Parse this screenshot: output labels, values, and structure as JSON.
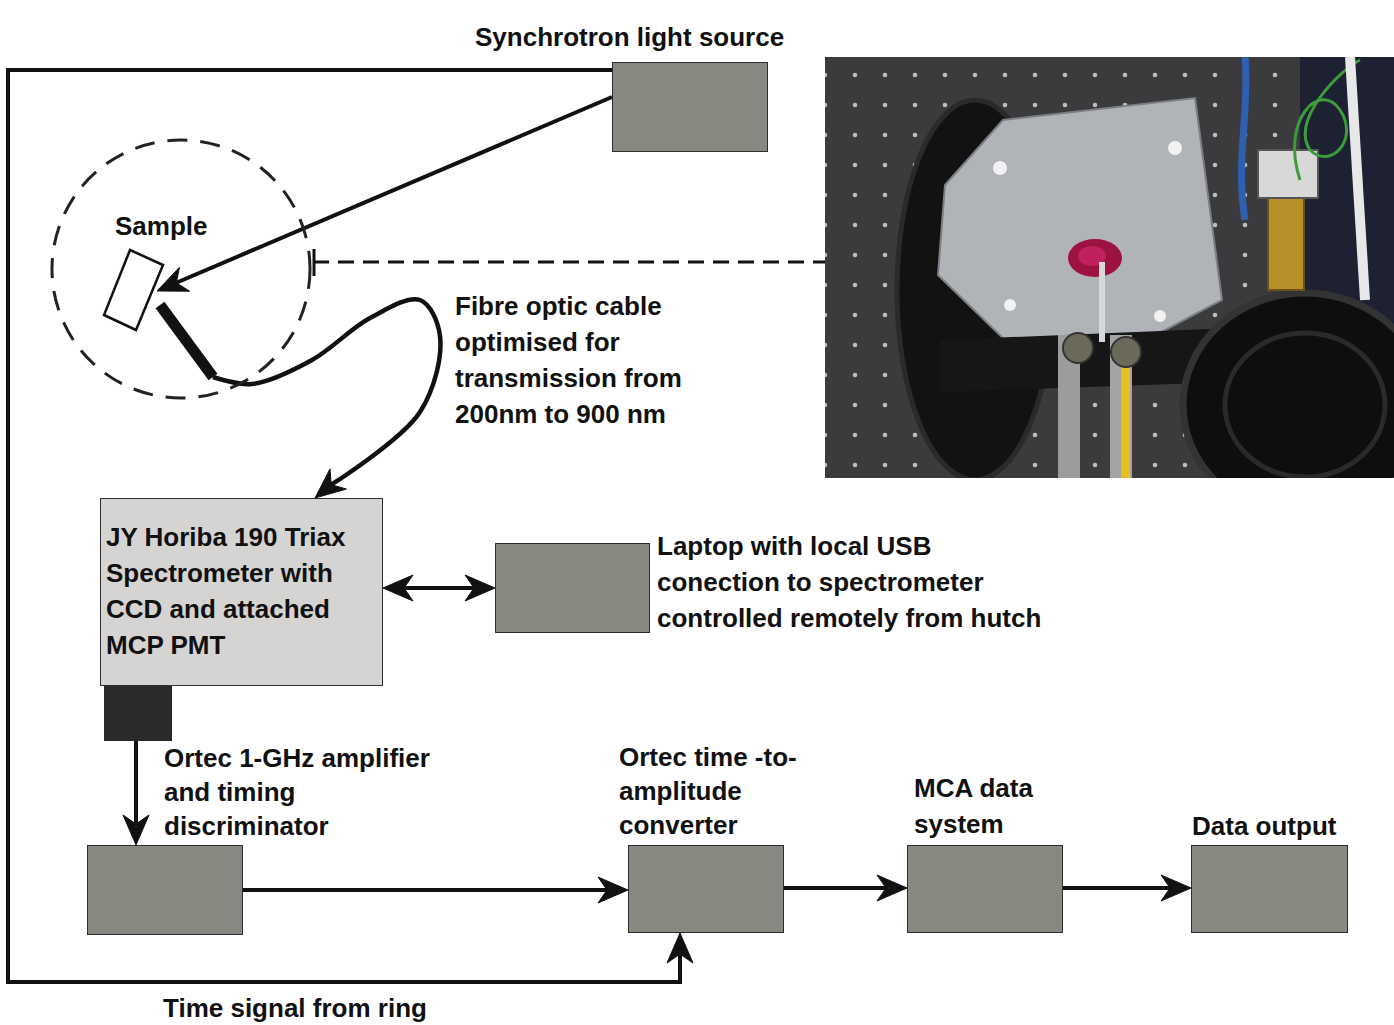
{
  "diagram": {
    "nodes": [
      {
        "text": [
          "Synchrotron light source"
        ]
      },
      {
        "text": [
          "Sample"
        ]
      },
      {
        "text": [
          "JY Horiba 190 Triax Spectrometer with CCD and attached MCP PMT"
        ]
      },
      {
        "text": [
          "Laptop with local USB conection to spectrometer controlled remotely from hutch"
        ]
      },
      {
        "text": [
          "Ortec 1-GHz amplifier and timing discriminator"
        ]
      },
      {
        "text": [
          "Ortec time -to- amplitude converter"
        ]
      },
      {
        "text": [
          "MCA data system"
        ]
      },
      {
        "text": [
          "Data output"
        ]
      }
    ],
    "edges": [
      {
        "from": 0,
        "to": 1,
        "arrow": "to"
      },
      {
        "from": 1,
        "to": 2,
        "arrow": "to",
        "label": "Fibre optic cable optimised for transmission from 200nm to 900 nm"
      },
      {
        "from": 2,
        "to": 3,
        "arrow": "both"
      },
      {
        "from": 2,
        "to": 4,
        "arrow": "to"
      },
      {
        "from": 4,
        "to": 5,
        "arrow": "to"
      },
      {
        "from": 5,
        "to": 6,
        "arrow": "to"
      },
      {
        "from": 6,
        "to": 7,
        "arrow": "to"
      },
      {
        "from": 0,
        "to": 5,
        "arrow": "to",
        "label": "Time signal from ring"
      }
    ]
  }
}
